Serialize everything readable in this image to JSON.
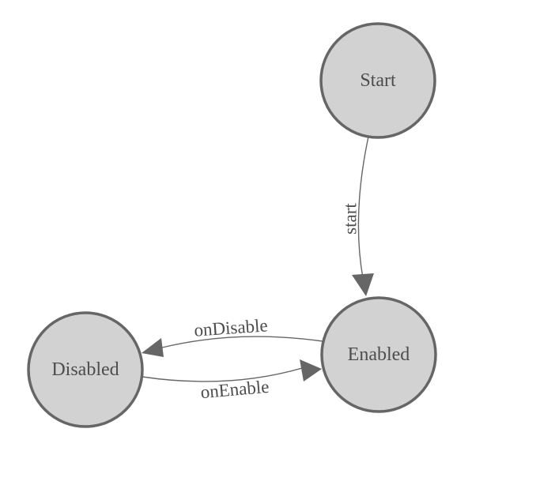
{
  "diagram": {
    "type": "state-machine-graph",
    "background": "#ffffff",
    "colors": {
      "node_fill": "#d2d2d2",
      "node_stroke": "#666666",
      "edge_stroke": "#666666",
      "arrow_fill": "#666666",
      "label_color": "#4d4d4d"
    },
    "nodes": [
      {
        "id": "start",
        "label": "Start"
      },
      {
        "id": "enabled",
        "label": "Enabled"
      },
      {
        "id": "disabled",
        "label": "Disabled"
      }
    ],
    "edges": [
      {
        "id": "start-to-enabled",
        "from": "Start",
        "to": "Enabled",
        "label": "start"
      },
      {
        "id": "enabled-to-disabled",
        "from": "Enabled",
        "to": "Disabled",
        "label": "onDisable"
      },
      {
        "id": "disabled-to-enabled",
        "from": "Disabled",
        "to": "Enabled",
        "label": "onEnable"
      }
    ]
  }
}
